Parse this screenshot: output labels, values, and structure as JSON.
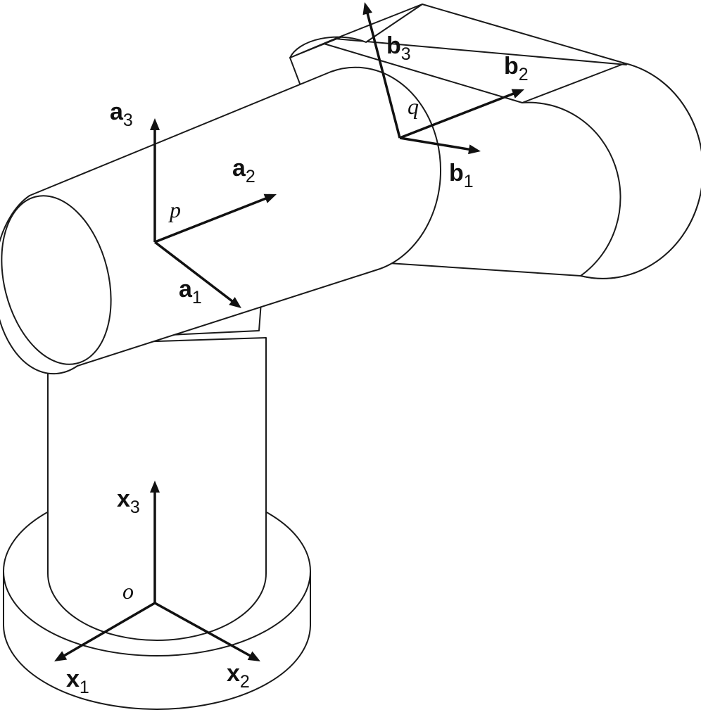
{
  "colors": {
    "outline": "#1a1a1a",
    "vector": "#111111",
    "fill": "#ffffff"
  },
  "labels": {
    "base_origin": "o",
    "joint1_origin": "p",
    "joint2_origin": "q",
    "x1": {
      "base": "x",
      "sub": "1"
    },
    "x2": {
      "base": "x",
      "sub": "2"
    },
    "x3": {
      "base": "x",
      "sub": "3"
    },
    "a1": {
      "base": "a",
      "sub": "1"
    },
    "a2": {
      "base": "a",
      "sub": "2"
    },
    "a3": {
      "base": "a",
      "sub": "3"
    },
    "b1": {
      "base": "b",
      "sub": "1"
    },
    "b2": {
      "base": "b",
      "sub": "2"
    },
    "b3": {
      "base": "b",
      "sub": "3"
    }
  }
}
